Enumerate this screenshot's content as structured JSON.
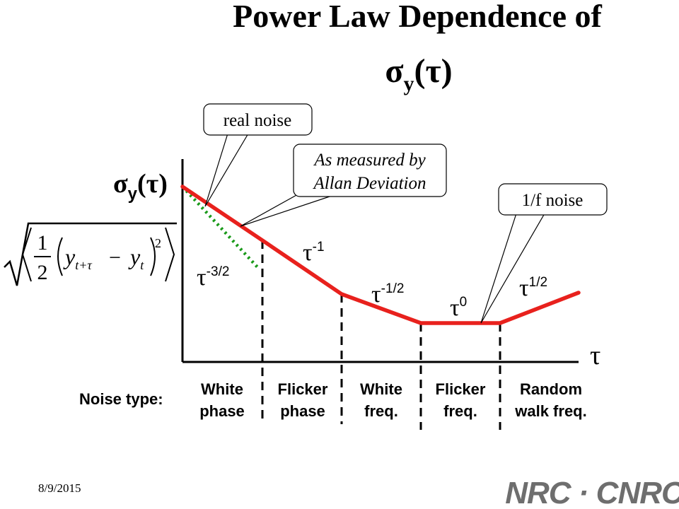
{
  "title": {
    "line1": "Power Law Dependence of",
    "sigma": "σ",
    "sub": "y",
    "paren": "(τ)"
  },
  "axes": {
    "y_label_sigma": "σ",
    "y_label_sub": "y",
    "y_label_paren": "(τ)",
    "x_label": "τ"
  },
  "formula": {
    "frac_num": "1",
    "frac_den": "2",
    "y_var": "y",
    "sub_ttau": "t+τ",
    "minus": "−",
    "sub_t": "t",
    "exponent": "2"
  },
  "callouts": {
    "real_noise": "real noise",
    "allan_line1": "As measured by",
    "allan_line2": "Allan Deviation",
    "flicker": "1/f noise"
  },
  "slopes": {
    "tau": "τ",
    "s_m3_2": "-3/2",
    "s_m1": "-1",
    "s_m1_2": "-1/2",
    "s_0": "0",
    "s_1_2": "1/2"
  },
  "noise_types": {
    "label": "Noise type:",
    "items": [
      [
        "White",
        "phase"
      ],
      [
        "Flicker",
        "phase"
      ],
      [
        "White",
        "freq."
      ],
      [
        "Flicker",
        "freq."
      ],
      [
        "Random",
        "walk freq."
      ]
    ]
  },
  "footer": {
    "date": "8/9/2015",
    "logo": "NRC · CNRC"
  },
  "colors": {
    "curve": "#e8211d",
    "dotted": "#1a9a1a",
    "ink": "#000000"
  }
}
